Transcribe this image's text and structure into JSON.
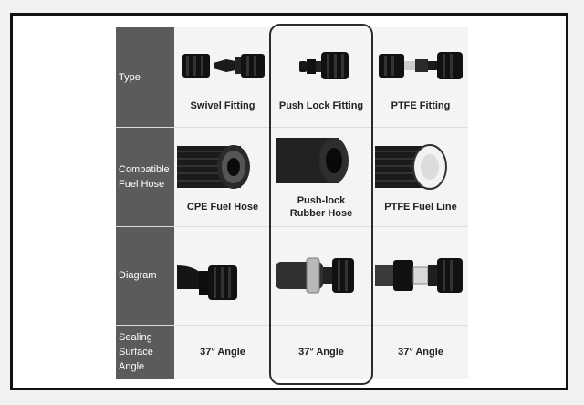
{
  "rows": [
    {
      "label": "Type",
      "cells": [
        "Swivel Fitting",
        "Push Lock Fitting",
        "PTFE Fitting"
      ]
    },
    {
      "label": "Compatible\nFuel Hose",
      "cells": [
        "CPE Fuel Hose",
        "Push-lock\nRubber Hose",
        "PTFE Fuel Line"
      ]
    },
    {
      "label": "Diagram",
      "cells": [
        "",
        "",
        ""
      ]
    },
    {
      "label": "Sealing\nSurface\nAngle",
      "cells": [
        "37° Angle",
        "37° Angle",
        "37° Angle"
      ]
    }
  ],
  "icons": {
    "r1c1": "swivel-fitting-icon",
    "r1c2": "push-lock-fitting-icon",
    "r1c3": "ptfe-fitting-icon",
    "r2c1": "braided-cpe-hose-icon",
    "r2c2": "rubber-hose-icon",
    "r2c3": "ptfe-hose-icon",
    "r3c1": "swivel-diagram-icon",
    "r3c2": "push-lock-diagram-icon",
    "r3c3": "ptfe-diagram-icon"
  },
  "colors": {
    "label_bg": "#5b5b5b",
    "highlight_border": "#2b2b2b",
    "fitting_black": "#111111"
  }
}
